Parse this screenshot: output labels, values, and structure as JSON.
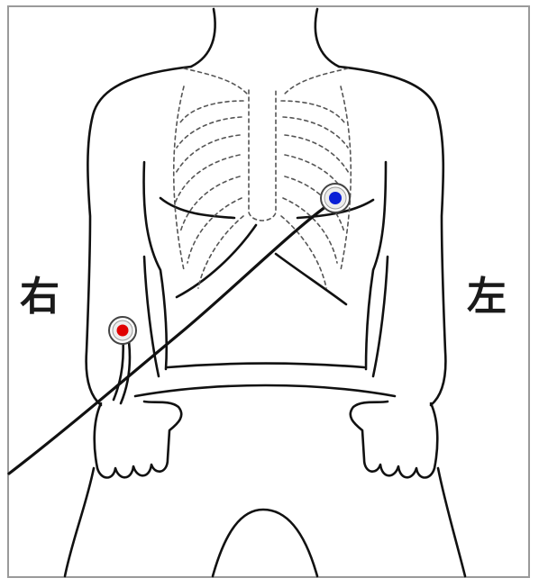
{
  "labels": {
    "right_side": "右",
    "left_side": "左"
  },
  "electrodes": [
    {
      "name": "right-arm-electrode",
      "color": "#e00000"
    },
    {
      "name": "left-chest-electrode",
      "color": "#0a1fd6"
    }
  ]
}
